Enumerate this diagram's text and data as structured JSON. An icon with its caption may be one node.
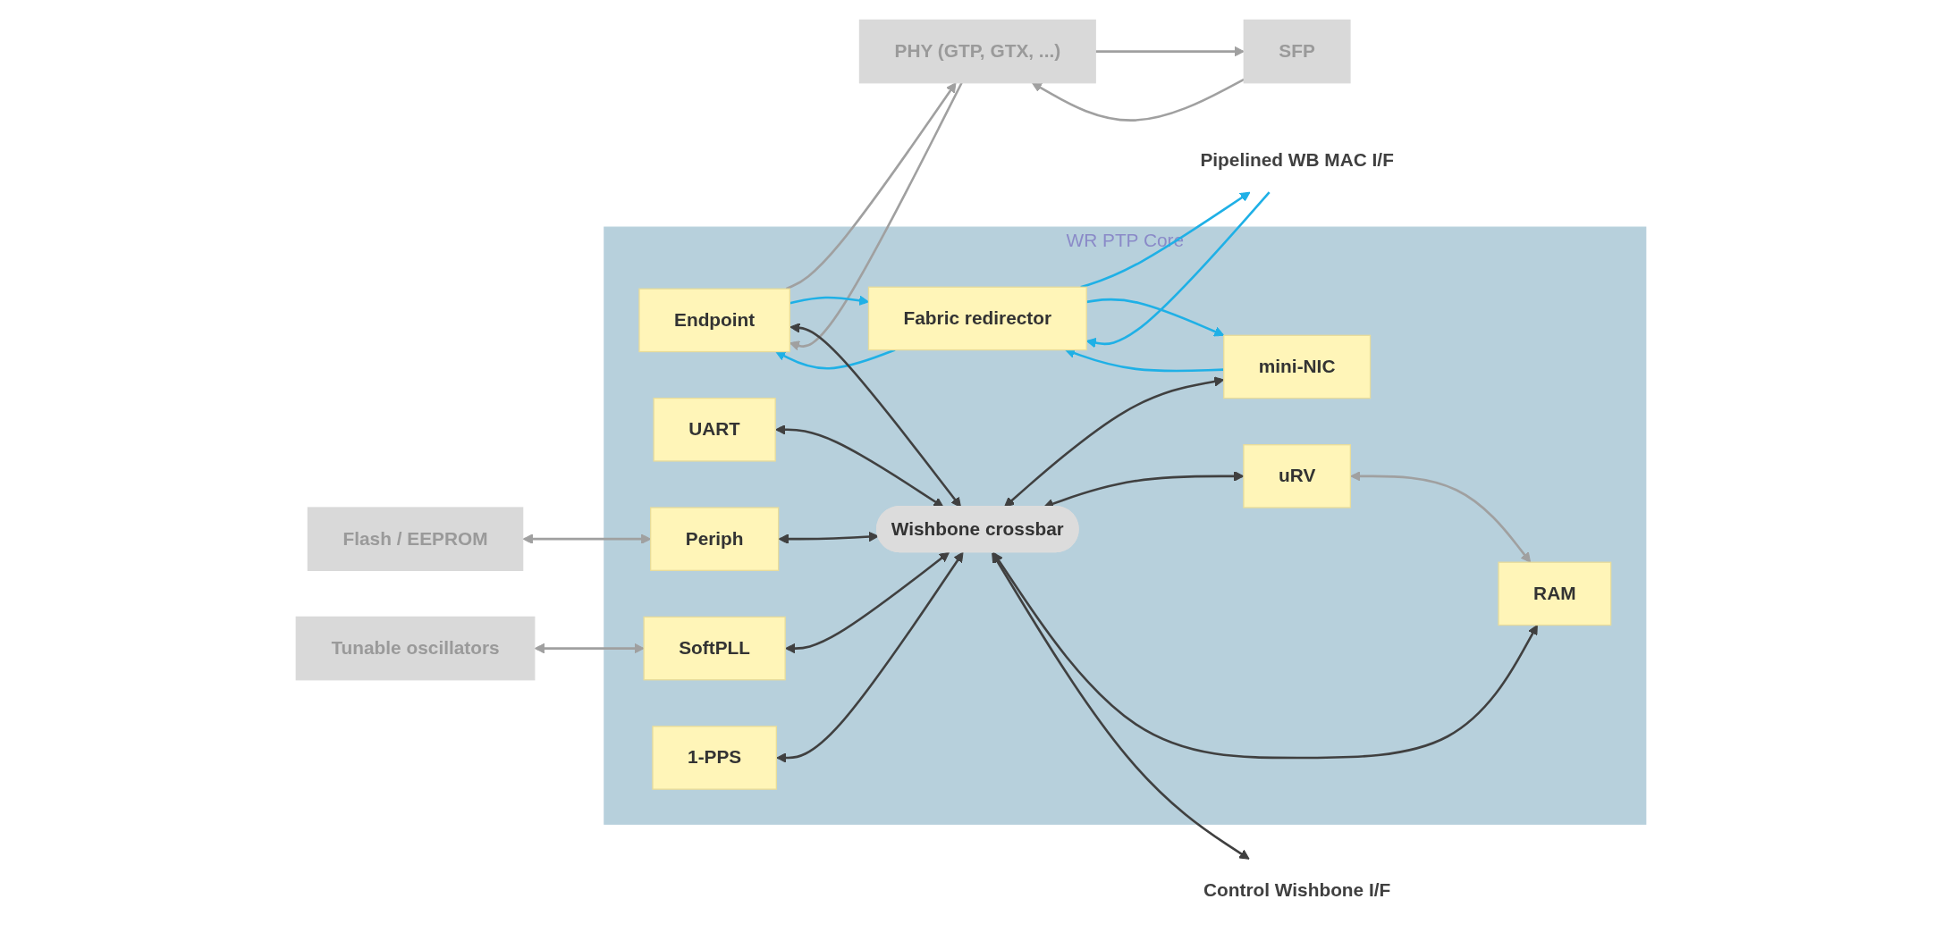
{
  "diagram": {
    "nodes": [
      {
        "text": [
          "WR PTP Core"
        ]
      },
      {
        "text": [
          "SFP"
        ]
      },
      {
        "text": [
          "PHY (GTP, GTX, ...)"
        ]
      },
      {
        "text": [
          "Endpoint"
        ],
        "in": 0
      },
      {
        "text": [
          "Fabric redirector"
        ],
        "in": 0
      },
      {
        "text": [
          "Pipelined WB MAC I/F"
        ]
      },
      {
        "text": [
          "UART"
        ],
        "in": 0
      },
      {
        "text": [
          "Flash / EEPROM"
        ]
      },
      {
        "text": [
          "Periph"
        ],
        "in": 0
      },
      {
        "text": [
          "Tunable oscillators"
        ]
      },
      {
        "text": [
          "SoftPLL"
        ],
        "in": 0
      },
      {
        "text": [
          "1-PPS"
        ],
        "in": 0
      },
      {
        "text": [
          "Wishbone crossbar"
        ],
        "in": 0
      },
      {
        "text": [
          "mini-NIC"
        ],
        "in": 0
      },
      {
        "text": [
          "RAM"
        ],
        "in": 0
      },
      {
        "text": [
          "uRV"
        ],
        "in": 0
      },
      {
        "text": [
          "Control Wishbone I/F"
        ]
      }
    ],
    "edges": [
      {
        "from": 1,
        "to": 2,
        "arrow": "to",
        "color": "#a0a0a0"
      },
      {
        "from": 2,
        "to": 1,
        "arrow": "to",
        "color": "#a0a0a0"
      },
      {
        "from": 2,
        "to": 3,
        "arrow": "to",
        "color": "#a0a0a0"
      },
      {
        "from": 3,
        "to": 2,
        "arrow": "to",
        "color": "#a0a0a0"
      },
      {
        "from": 3,
        "to": 4,
        "arrow": "to",
        "color": "#1fb0e6"
      },
      {
        "from": 4,
        "to": 3,
        "arrow": "to",
        "color": "#1fb0e6"
      },
      {
        "from": 4,
        "to": 5,
        "arrow": "to",
        "color": "#1fb0e6"
      },
      {
        "from": 5,
        "to": 4,
        "arrow": "to",
        "color": "#1fb0e6"
      },
      {
        "from": 3,
        "to": 12,
        "arrow": "both"
      },
      {
        "from": 6,
        "to": 12,
        "arrow": "both"
      },
      {
        "from": 7,
        "to": 8,
        "arrow": "both",
        "color": "#a0a0a0"
      },
      {
        "from": 8,
        "to": 12,
        "arrow": "both"
      },
      {
        "from": 9,
        "to": 10,
        "arrow": "both",
        "color": "#a0a0a0"
      },
      {
        "from": 10,
        "to": 12,
        "arrow": "both"
      },
      {
        "from": 11,
        "to": 12,
        "arrow": "both"
      },
      {
        "from": 13,
        "to": 4,
        "arrow": "to",
        "color": "#1fb0e6"
      },
      {
        "from": 4,
        "to": 13,
        "arrow": "to",
        "color": "#1fb0e6"
      },
      {
        "from": 12,
        "to": 13,
        "arrow": "both"
      },
      {
        "from": 12,
        "to": 15,
        "arrow": "both"
      },
      {
        "from": 12,
        "to": 14,
        "arrow": "both"
      },
      {
        "from": 15,
        "to": 14,
        "arrow": "both",
        "color": "#a0a0a0"
      },
      {
        "from": 12,
        "to": 16,
        "arrow": "both"
      }
    ]
  }
}
